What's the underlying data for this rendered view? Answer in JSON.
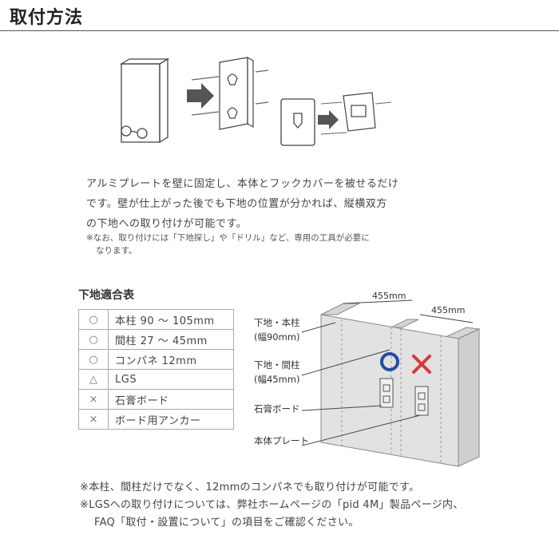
{
  "header": {
    "title": "取付方法"
  },
  "description": {
    "lines": [
      "アルミプレートを壁に固定し、本体とフックカバーを被せるだけ",
      "です。壁が仕上がった後でも下地の位置が分かれば、縦横双方",
      "の下地への取り付けが可能です。"
    ]
  },
  "note": {
    "lines": [
      "※なお、取り付けには「下地探し」や「ドリル」など、専用の工具が必要に",
      "なります。"
    ]
  },
  "table": {
    "title": "下地適合表",
    "rows": [
      {
        "mark": "○",
        "label": "本柱 90 ～ 105mm"
      },
      {
        "mark": "○",
        "label": "間柱 27 ～ 45mm"
      },
      {
        "mark": "○",
        "label": "コンパネ 12mm"
      },
      {
        "mark": "△",
        "label": "LGS"
      },
      {
        "mark": "×",
        "label": "石膏ボード"
      },
      {
        "mark": "×",
        "label": "ボード用アンカー"
      }
    ]
  },
  "diagram": {
    "dim1": "455mm",
    "dim2": "455mm",
    "callouts": {
      "honbashira": "下地・本柱",
      "honbashira_w": "(幅90mm)",
      "mabashira": "下地・間柱",
      "mabashira_w": "(幅45mm)",
      "board": "石膏ボード",
      "plate": "本体プレート"
    },
    "colors": {
      "ok": "#1f4fa3",
      "ng": "#d9373a"
    }
  },
  "footer": {
    "lines": [
      "※本柱、間柱だけでなく、12mmのコンパネでも取り付けが可能です。",
      "※LGSへの取り付けについては、弊社ホームページの「pid 4M」製品ページ内、",
      "FAQ「取付・設置について」の項目をご確認ください。"
    ]
  }
}
